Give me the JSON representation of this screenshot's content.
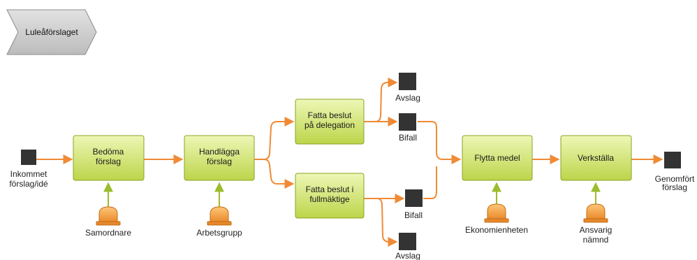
{
  "process_label": "Luleåförslaget",
  "colors": {
    "arrow": "#f08a35",
    "box_fill_top": "#e6f3a2",
    "box_fill_bottom": "#bcd54a",
    "box_stroke": "#8aa324",
    "actor_fill": "#f0a03c",
    "actor_stroke": "#c06d14",
    "actor_arrow": "#9cbd2c",
    "event": "#333333",
    "chevron_fill": "#cfcfcf",
    "chevron_stroke": "#8a8a8a"
  },
  "start_event": {
    "label_lines": [
      "Inkommet",
      "förslag/idé"
    ],
    "icon": "event-square"
  },
  "activities": [
    {
      "id": "bedoma",
      "lines": [
        "Bedöma",
        "förslag"
      ]
    },
    {
      "id": "handlagga",
      "lines": [
        "Handlägga",
        "förslag"
      ]
    },
    {
      "id": "delegation",
      "lines": [
        "Fatta beslut",
        "på delegation"
      ]
    },
    {
      "id": "fullmaktige",
      "lines": [
        "Fatta beslut i",
        "fullmäktige"
      ]
    },
    {
      "id": "flytta",
      "lines": [
        "Flytta medel"
      ]
    },
    {
      "id": "verkstalla",
      "lines": [
        "Verkställa"
      ]
    }
  ],
  "outcomes": {
    "delegation_avslag": "Avslag",
    "delegation_bifall": "Bifall",
    "fullmaktige_bifall": "Bifall",
    "fullmaktige_avslag": "Avslag"
  },
  "end_event": {
    "label_lines": [
      "Genomfört",
      "förslag"
    ]
  },
  "actors": [
    {
      "id": "samordnare",
      "lines": [
        "Samordnare"
      ],
      "icon": "bell-icon"
    },
    {
      "id": "arbetsgrupp",
      "lines": [
        "Arbetsgrupp"
      ],
      "icon": "bell-icon"
    },
    {
      "id": "ekonomienheten",
      "lines": [
        "Ekonomienheten"
      ],
      "icon": "bell-icon"
    },
    {
      "id": "ansvarig",
      "lines": [
        "Ansvarig",
        "nämnd"
      ],
      "icon": "bell-icon"
    }
  ]
}
